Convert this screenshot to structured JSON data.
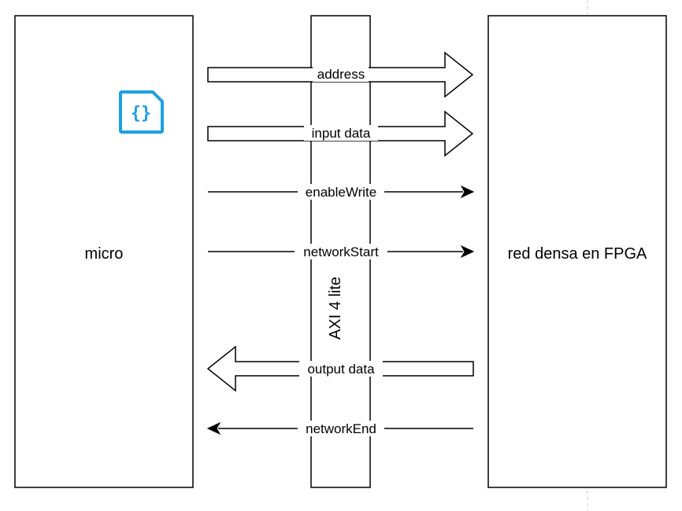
{
  "blocks": {
    "left": "micro",
    "right": "red densa en FPGA",
    "bus": "AXI 4 lite"
  },
  "signals": {
    "address": "address",
    "input_data": "input data",
    "enable_write": "enableWrite",
    "network_start": "networkStart",
    "output_data": "output data",
    "network_end": "networkEnd"
  },
  "icons": {
    "json_file": "json-file-icon"
  },
  "colors": {
    "stroke": "#000000",
    "icon": "#1ba1e2",
    "guide": "#b3b3b3"
  }
}
